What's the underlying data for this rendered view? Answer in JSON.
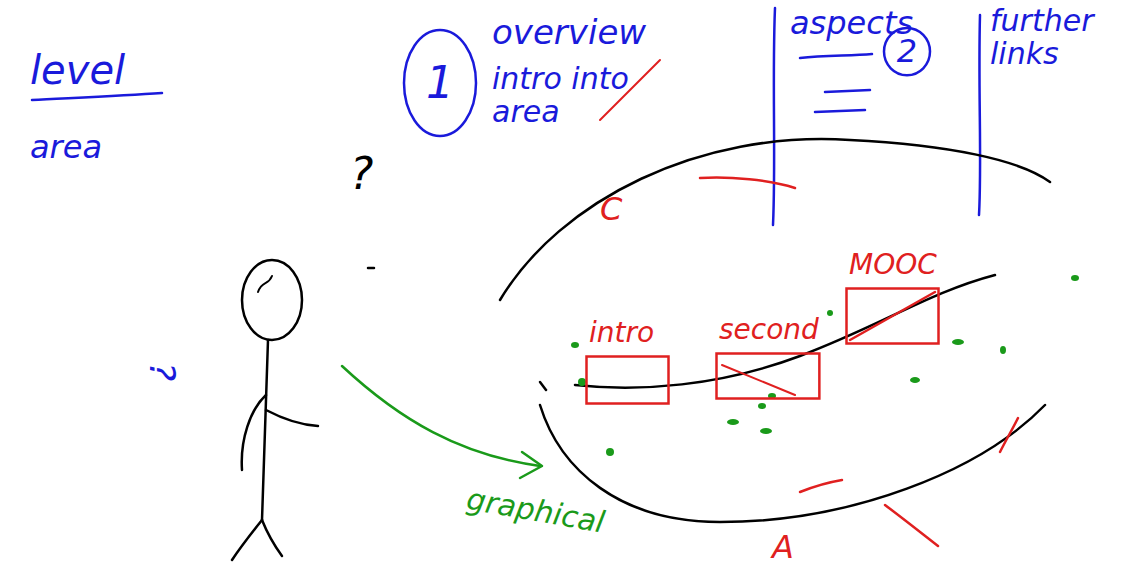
{
  "diagram": {
    "nodes": [
      {
        "text": [
          "1"
        ]
      },
      {
        "text": [
          "2"
        ]
      },
      {
        "text": [
          "intro"
        ]
      },
      {
        "text": [
          "second"
        ]
      },
      {
        "text": [
          "MOOC"
        ]
      }
    ],
    "labels": [
      "overview",
      "intro into area",
      "aspects",
      "further links",
      "level",
      "area",
      "?",
      "?",
      "graphical",
      "C",
      "A"
    ]
  }
}
